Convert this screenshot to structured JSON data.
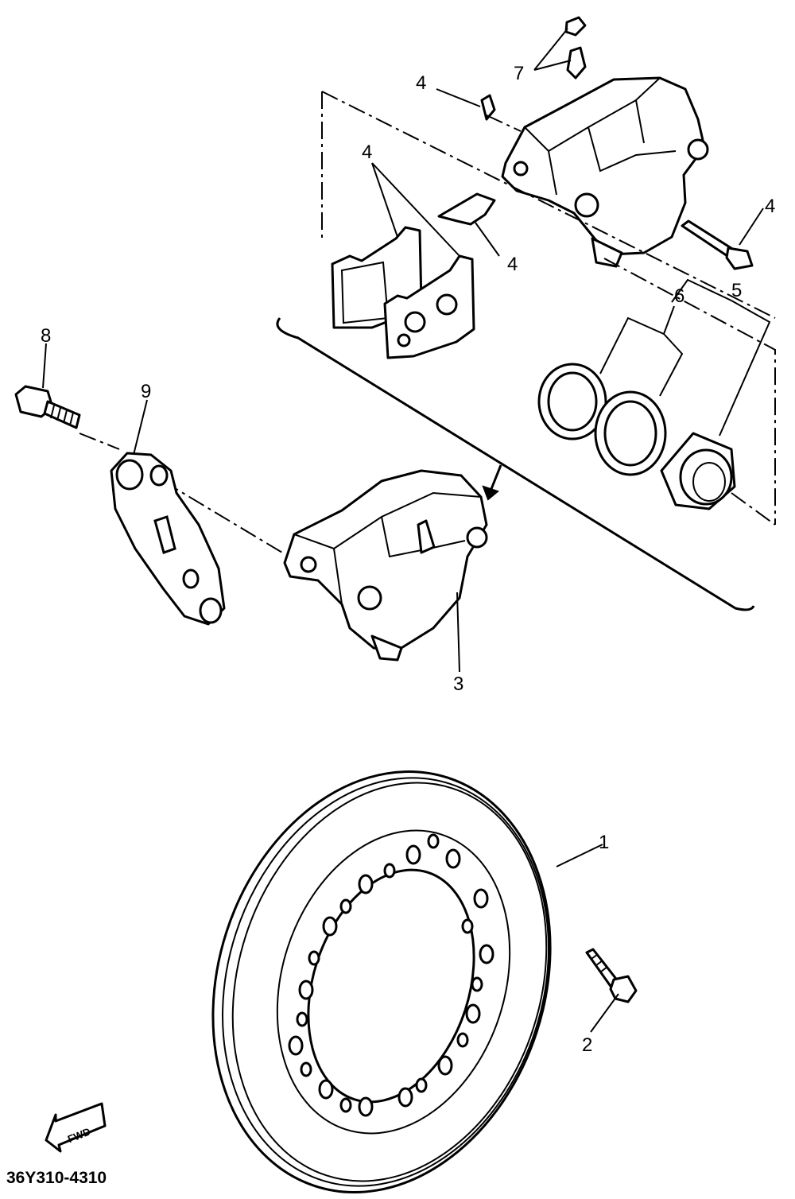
{
  "labels": {
    "disc": "1",
    "disc_bolt": "2",
    "caliper": "3",
    "pad_top": "4",
    "pads": "4",
    "shim": "4",
    "pin": "4",
    "piston_kit": "5",
    "seal_kit": "6",
    "bleeder": "7",
    "bracket_bolt": "8",
    "bracket": "9"
  },
  "diagram_code": "36Y310-4310",
  "fwd_text": "FWD"
}
